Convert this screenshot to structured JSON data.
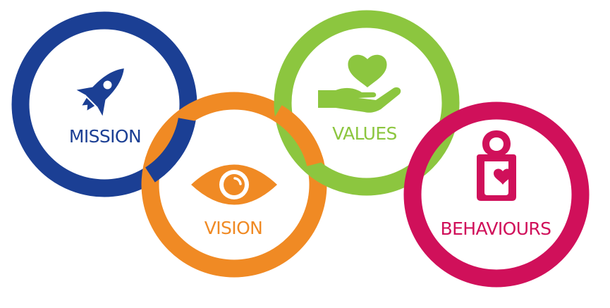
{
  "colors": {
    "mission": "#1b3f94",
    "vision": "#f08a24",
    "values": "#8cc63f",
    "behaviours": "#d0105a"
  },
  "circles": [
    {
      "id": "mission",
      "label": "MISSION",
      "icon": "rocket-icon"
    },
    {
      "id": "vision",
      "label": "VISION",
      "icon": "eye-icon"
    },
    {
      "id": "values",
      "label": "VALUES",
      "icon": "heart-in-hand-icon"
    },
    {
      "id": "behaviours",
      "label": "BEHAVIOURS",
      "icon": "person-with-heart-icon"
    }
  ]
}
